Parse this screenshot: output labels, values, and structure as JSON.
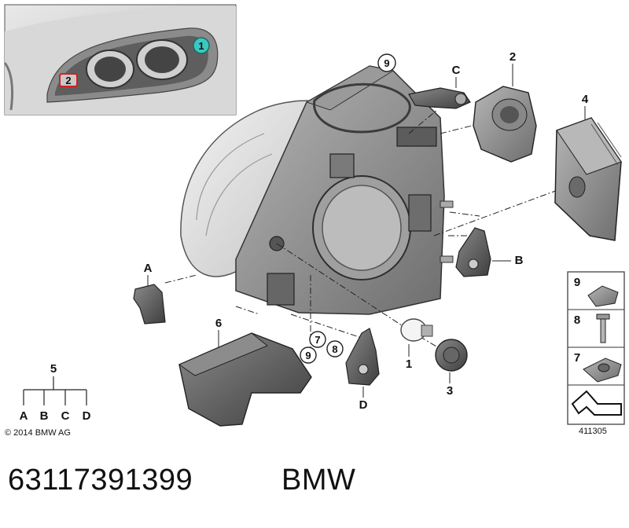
{
  "callouts": {
    "item_1": "1",
    "item_2": "2",
    "item_3": "3",
    "item_4": "4",
    "item_5": "5",
    "item_6": "6",
    "item_7": "7",
    "item_8": "8",
    "item_9": "9",
    "ref_A": "A",
    "ref_B": "B",
    "ref_C": "C",
    "ref_D": "D"
  },
  "inset": {
    "marker_1": "1",
    "marker_2": "2"
  },
  "legend_5": [
    "A",
    "B",
    "C",
    "D"
  ],
  "legend_box": {
    "rows": [
      "9",
      "8",
      "7"
    ]
  },
  "copyright": "© 2014 BMW AG",
  "reference_number": "411305",
  "footer": {
    "part_number": "63117391399",
    "brand": "BMW"
  },
  "colors": {
    "inset_marker_1": "#3ec6c0",
    "inset_marker_2": "#d42020"
  }
}
